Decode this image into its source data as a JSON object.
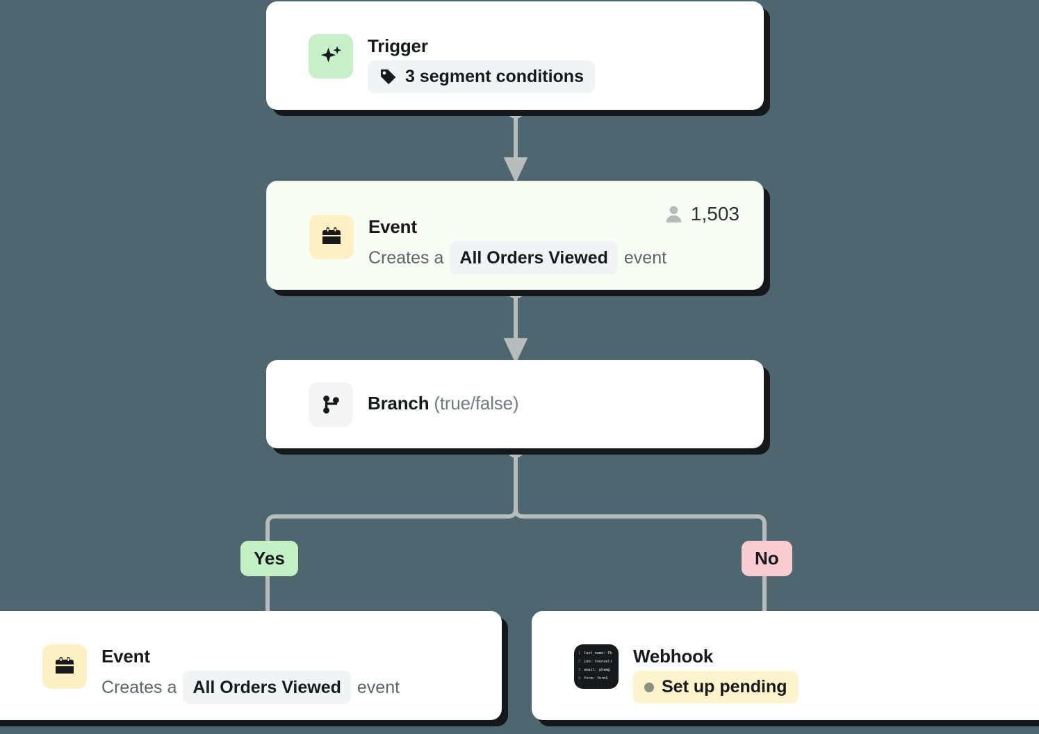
{
  "canvas": {
    "background": "#4d6670",
    "connector_color": "#b7bcbd"
  },
  "nodes": [
    {
      "id": "trigger",
      "title": "Trigger",
      "icon": "sparkle-icon",
      "icon_tile_color": "#c8f0c8",
      "chip_label": "3 segment conditions",
      "chip_icon": "pricetag-icon"
    },
    {
      "id": "event-top",
      "title": "Event",
      "icon": "calendar-icon",
      "icon_tile_color": "#fdf0c4",
      "sentence_prefix": "Creates a",
      "sentence_value": "All Orders Viewed",
      "sentence_suffix": "event",
      "count": "1,503",
      "count_icon": "person-icon"
    },
    {
      "id": "branch",
      "title": "Branch",
      "title_muted": "(true/false)",
      "icon": "git-branch-icon",
      "icon_tile_color": "#f4f4f4"
    },
    {
      "id": "event-bottom",
      "title": "Event",
      "icon": "calendar-icon",
      "icon_tile_color": "#fdf0c4",
      "sentence_prefix": "Creates a",
      "sentence_value": "All Orders Viewed",
      "sentence_suffix": "event"
    },
    {
      "id": "webhook",
      "title": "Webhook",
      "icon": "code-block-icon",
      "icon_tile_color": "#17191c",
      "status_label": "Set up pending",
      "status_badge_color": "#fdf3cd",
      "status_dot_color": "#8d9080"
    }
  ],
  "branch_labels": {
    "yes": "Yes",
    "no": "No",
    "yes_color": "#c4f0c5",
    "no_color": "#f8ccd0"
  },
  "webhook_code_icon": {
    "lines": [
      {
        "num": "1",
        "text": "last_name: Ph"
      },
      {
        "num": "2",
        "text": "job: Counseli"
      },
      {
        "num": "3",
        "text": "email: pham@"
      },
      {
        "num": "4",
        "text": "form: form1"
      }
    ]
  }
}
